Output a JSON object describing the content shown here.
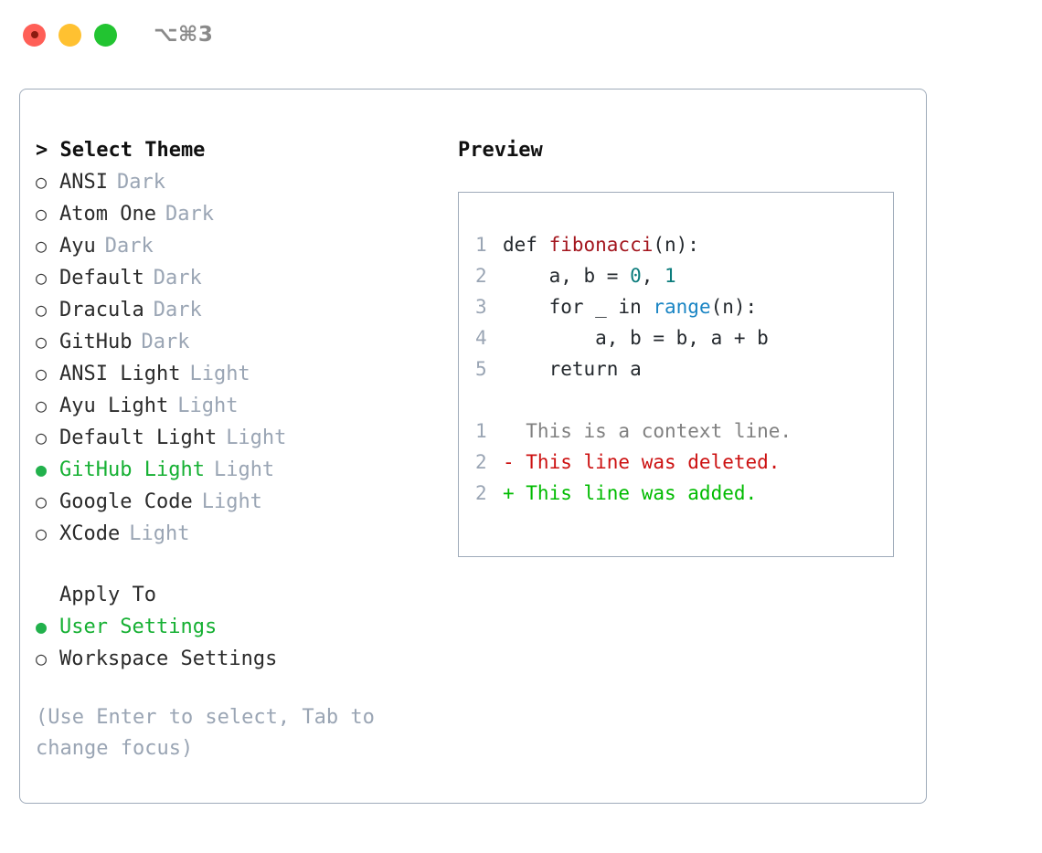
{
  "titlebar": {
    "shortcut": "⌥⌘3",
    "dots": [
      {
        "name": "close-button",
        "color": "#ff5f57"
      },
      {
        "name": "minimize-button",
        "color": "#ffc131"
      },
      {
        "name": "maximize-button",
        "color": "#22c431"
      }
    ]
  },
  "theme_picker": {
    "heading": "> Select Theme",
    "marker_unselected": "○",
    "marker_selected": "●",
    "items": [
      {
        "name": "ANSI",
        "tag": "Dark",
        "selected": false
      },
      {
        "name": "Atom One",
        "tag": "Dark",
        "selected": false
      },
      {
        "name": "Ayu",
        "tag": "Dark",
        "selected": false
      },
      {
        "name": "Default",
        "tag": "Dark",
        "selected": false
      },
      {
        "name": "Dracula",
        "tag": "Dark",
        "selected": false
      },
      {
        "name": "GitHub",
        "tag": "Dark",
        "selected": false
      },
      {
        "name": "ANSI Light",
        "tag": "Light",
        "selected": false
      },
      {
        "name": "Ayu Light",
        "tag": "Light",
        "selected": false
      },
      {
        "name": "Default Light",
        "tag": "Light",
        "selected": false
      },
      {
        "name": "GitHub Light",
        "tag": "Light",
        "selected": true
      },
      {
        "name": "Google Code",
        "tag": "Light",
        "selected": false
      },
      {
        "name": "XCode",
        "tag": "Light",
        "selected": false
      }
    ]
  },
  "apply_to": {
    "heading": "Apply To",
    "options": [
      {
        "name": "User Settings",
        "selected": true
      },
      {
        "name": "Workspace Settings",
        "selected": false
      }
    ]
  },
  "hint": "(Use Enter to select, Tab to change focus)",
  "preview": {
    "title": "Preview",
    "code_lines": [
      {
        "no": "1",
        "segments": [
          {
            "t": "def ",
            "c": "plain"
          },
          {
            "t": "fibonacci",
            "c": "fn"
          },
          {
            "t": "(n):",
            "c": "plain"
          }
        ]
      },
      {
        "no": "2",
        "segments": [
          {
            "t": "    a, b = ",
            "c": "plain"
          },
          {
            "t": "0",
            "c": "num"
          },
          {
            "t": ", ",
            "c": "plain"
          },
          {
            "t": "1",
            "c": "num"
          }
        ]
      },
      {
        "no": "3",
        "segments": [
          {
            "t": "    for _ in ",
            "c": "plain"
          },
          {
            "t": "range",
            "c": "call"
          },
          {
            "t": "(n):",
            "c": "plain"
          }
        ]
      },
      {
        "no": "4",
        "segments": [
          {
            "t": "        a, b = b, a + b",
            "c": "plain"
          }
        ]
      },
      {
        "no": "5",
        "segments": [
          {
            "t": "    return a",
            "c": "plain"
          }
        ]
      }
    ],
    "diff_lines": [
      {
        "no": "1",
        "text": "  This is a context line.",
        "kind": "ctx"
      },
      {
        "no": "2",
        "text": "- This line was deleted.",
        "kind": "del"
      },
      {
        "no": "2",
        "text": "+ This line was added.",
        "kind": "add"
      }
    ]
  },
  "colors": {
    "selected": "#16b033",
    "tag": "#9aa5b4",
    "border": "#9fabba",
    "fn": "#a3151d",
    "num": "#0b7c7c",
    "call": "#1a85c4",
    "diff_add": "#00bb00",
    "diff_del": "#cc1111",
    "diff_ctx": "#808080"
  }
}
